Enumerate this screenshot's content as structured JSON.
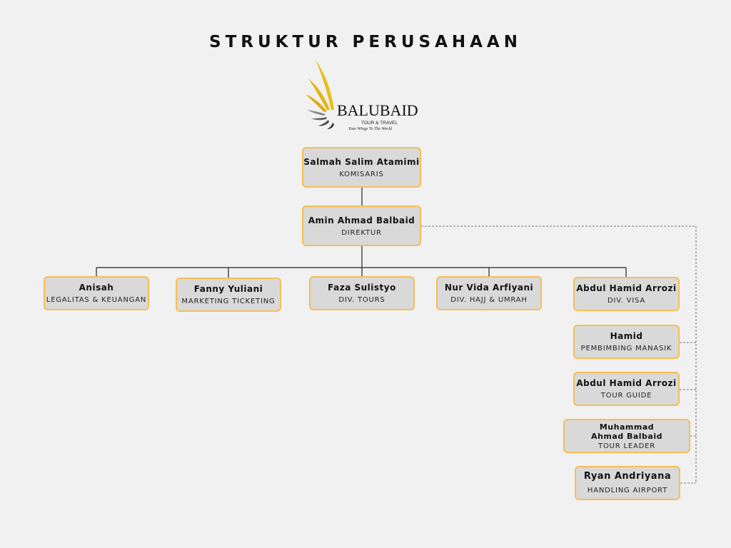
{
  "title": "STRUKTUR PERUSAHAAN",
  "logo": {
    "brand": "BALUBAID",
    "sub": "TOUR & TRAVEL",
    "tagline": "Your Wings To The World",
    "accent": "#e8bf1a"
  },
  "colors": {
    "box_fill": "#d9d9d9",
    "box_border": "#f7bd55",
    "background": "#f1f1f1"
  },
  "nodes": [
    {
      "id": "komisaris",
      "name": "Salmah Salim Atamimi",
      "role": "KOMISARIS"
    },
    {
      "id": "direktur",
      "name": "Amin Ahmad Balbaid",
      "role": "DIREKTUR"
    },
    {
      "id": "legalitas",
      "name": "Anisah",
      "role": "LEGALITAS & KEUANGAN"
    },
    {
      "id": "marketing",
      "name": "Fanny Yuliani",
      "role": "MARKETING TICKETING"
    },
    {
      "id": "tours",
      "name": "Faza Sulistyo",
      "role": "DIV. TOURS"
    },
    {
      "id": "hajj",
      "name": "Nur Vida Arfiyani",
      "role": "DIV. HAJJ & UMRAH"
    },
    {
      "id": "visa",
      "name": "Abdul Hamid Arrozi",
      "role": "DIV. VISA"
    },
    {
      "id": "manasik",
      "name": "Hamid",
      "role": "PEMBIMBING MANASIK"
    },
    {
      "id": "guide",
      "name": "Abdul Hamid Arrozi",
      "role": "TOUR GUIDE"
    },
    {
      "id": "leader",
      "name": "Muhammad Ahmad Balbaid",
      "role": "TOUR LEADER"
    },
    {
      "id": "airport",
      "name": "Ryan Andriyana",
      "role": "HANDLING AIRPORT"
    }
  ]
}
